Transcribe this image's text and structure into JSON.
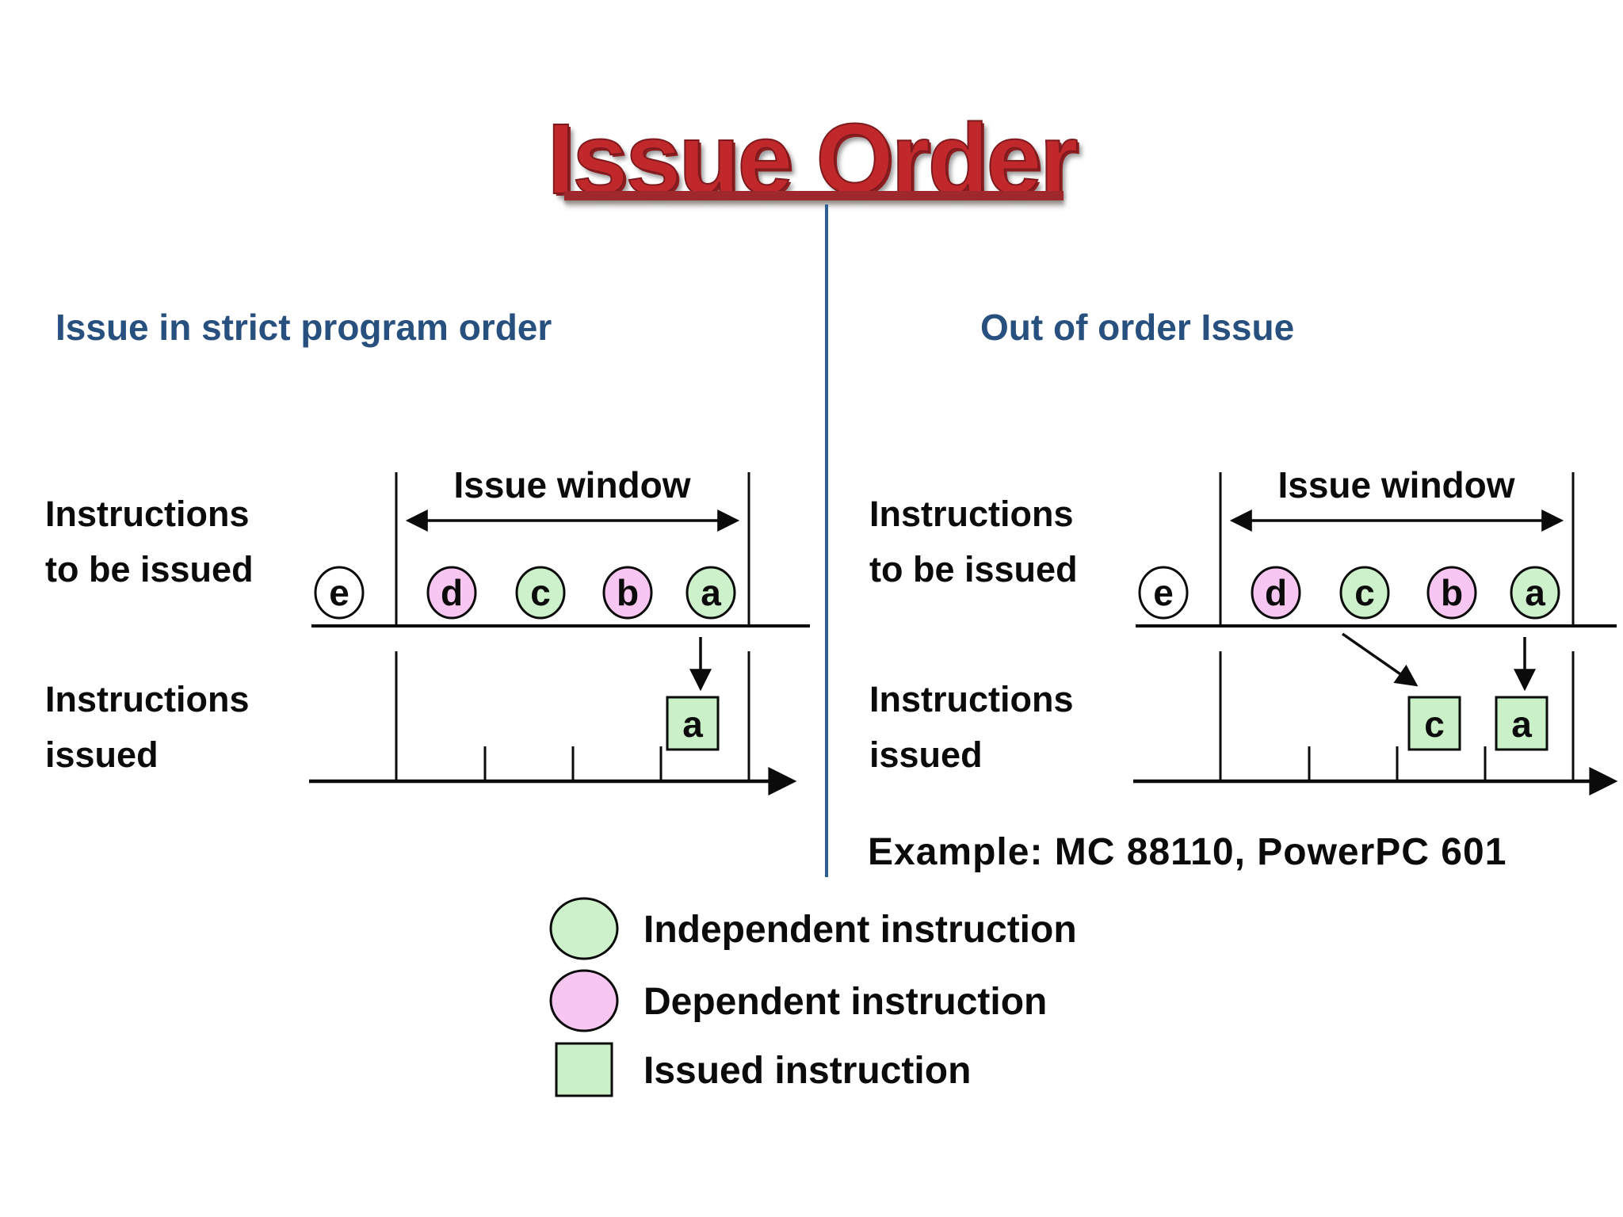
{
  "title": {
    "text": "Issue Order"
  },
  "panels": {
    "left": {
      "heading": "Issue in strict program order",
      "issue_window": "Issue window",
      "pending_line1": "Instructions",
      "pending_line2": "to be issued",
      "issued_line1": "Instructions",
      "issued_line2": "issued",
      "queue": [
        {
          "letter": "e",
          "type": "outside-window",
          "color": "#ffffff"
        },
        {
          "letter": "d",
          "type": "dependent",
          "color": "#f7c7f2"
        },
        {
          "letter": "c",
          "type": "independent",
          "color": "#cdf2cb"
        },
        {
          "letter": "b",
          "type": "dependent",
          "color": "#f7c7f2"
        },
        {
          "letter": "a",
          "type": "independent",
          "color": "#cdf2cb"
        }
      ],
      "issued": [
        {
          "letter": "a",
          "color": "#c9f0c6"
        }
      ]
    },
    "right": {
      "heading": "Out of order Issue",
      "issue_window": "Issue window",
      "pending_line1": "Instructions",
      "pending_line2": "to be issued",
      "issued_line1": "Instructions",
      "issued_line2": "issued",
      "queue": [
        {
          "letter": "e",
          "type": "outside-window",
          "color": "#ffffff"
        },
        {
          "letter": "d",
          "type": "dependent",
          "color": "#f7c7f2"
        },
        {
          "letter": "c",
          "type": "independent",
          "color": "#cdf2cb"
        },
        {
          "letter": "b",
          "type": "dependent",
          "color": "#f7c7f2"
        },
        {
          "letter": "a",
          "type": "independent",
          "color": "#cdf2cb"
        }
      ],
      "issued": [
        {
          "letter": "c",
          "color": "#c9f0c6"
        },
        {
          "letter": "a",
          "color": "#c9f0c6"
        }
      ],
      "example": "Example: MC 88110, PowerPC 601"
    }
  },
  "legend": {
    "items": [
      {
        "shape": "circle",
        "color": "#cdf2cb",
        "label": "Independent instruction"
      },
      {
        "shape": "circle",
        "color": "#f7c7f2",
        "label": "Dependent instruction"
      },
      {
        "shape": "square",
        "color": "#c9f0c6",
        "label": "Issued instruction"
      }
    ]
  },
  "colors": {
    "title_red": "#c1282c",
    "underline_red": "#9e282b",
    "heading_blue": "#27507f",
    "divider_blue": "#2d5f8f",
    "ink": "#0b0b0b"
  }
}
